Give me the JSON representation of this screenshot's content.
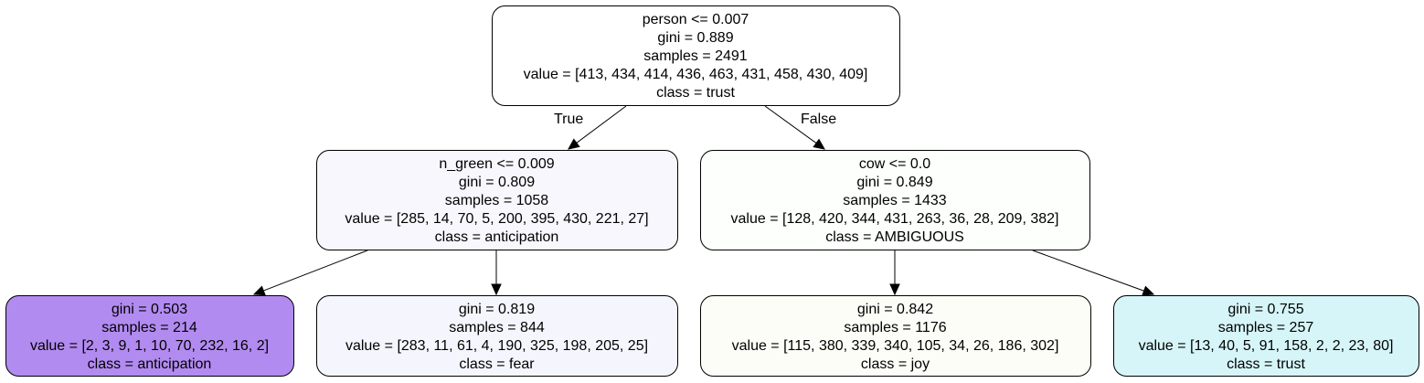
{
  "tree": {
    "nodes": [
      {
        "id": "root",
        "lines": [
          "person <= 0.007",
          "gini = 0.889",
          "samples = 2491",
          "value = [413, 434, 414, 436, 463, 431, 458, 430, 409]",
          "class = trust"
        ],
        "fill": "#ffffff"
      },
      {
        "id": "left",
        "lines": [
          "n_green <= 0.009",
          "gini = 0.809",
          "samples = 1058",
          "value = [285, 14, 70, 5, 200, 395, 430, 221, 27]",
          "class = anticipation"
        ],
        "fill": "#f9f7fe"
      },
      {
        "id": "right",
        "lines": [
          "cow <= 0.0",
          "gini = 0.849",
          "samples = 1433",
          "value = [128, 420, 344, 431, 263, 36, 28, 209, 382]",
          "class = AMBIGUOUS"
        ],
        "fill": "#fdfffd"
      },
      {
        "id": "left-left",
        "lines": [
          "gini = 0.503",
          "samples = 214",
          "value = [2, 3, 9, 1, 10, 70, 232, 16, 2]",
          "class = anticipation"
        ],
        "fill": "#b28bf0"
      },
      {
        "id": "left-right",
        "lines": [
          "gini = 0.819",
          "samples = 844",
          "value = [283, 11, 61, 4, 190, 325, 198, 205, 25]",
          "class = fear"
        ],
        "fill": "#f5f6fd"
      },
      {
        "id": "right-left",
        "lines": [
          "gini = 0.842",
          "samples = 1176",
          "value = [115, 380, 339, 340, 105, 34, 26, 186, 302]",
          "class = joy"
        ],
        "fill": "#fdfdf8"
      },
      {
        "id": "right-right",
        "lines": [
          "gini = 0.755",
          "samples = 257",
          "value = [13, 40, 5, 91, 158, 2, 2, 23, 80]",
          "class = trust"
        ],
        "fill": "#d6f5f8"
      }
    ],
    "edges": [
      {
        "from": "root",
        "to": "left",
        "label": "True"
      },
      {
        "from": "root",
        "to": "right",
        "label": "False"
      },
      {
        "from": "left",
        "to": "left-left",
        "label": ""
      },
      {
        "from": "left",
        "to": "left-right",
        "label": ""
      },
      {
        "from": "right",
        "to": "right-left",
        "label": ""
      },
      {
        "from": "right",
        "to": "right-right",
        "label": ""
      }
    ]
  }
}
